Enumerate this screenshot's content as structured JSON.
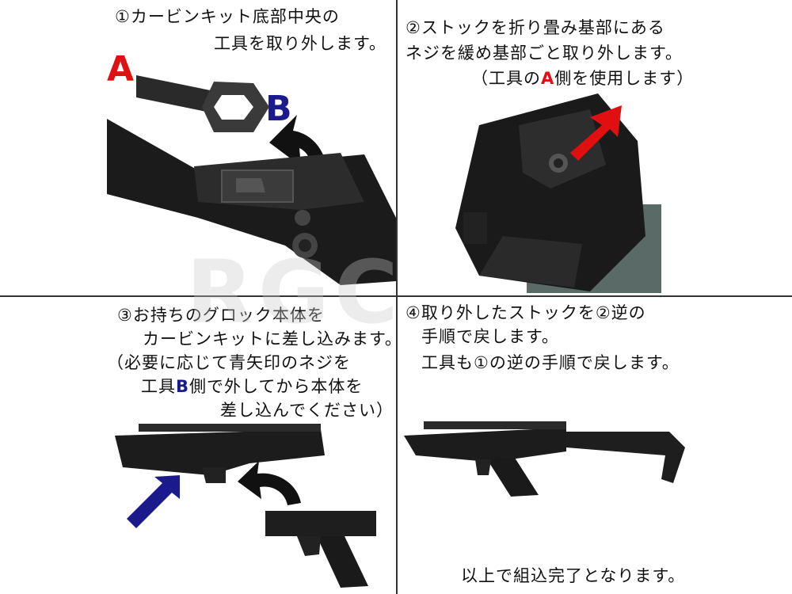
{
  "panel1": {
    "line1": "①カービンキット底部中央の",
    "line2": "工具を取り外します。",
    "label_a": "A",
    "label_b": "B"
  },
  "panel2": {
    "line1": "②ストックを折り畳み基部にある",
    "line2": "ネジを緩め基部ごと取り外します。",
    "line3_pre": "（工具の",
    "line3_a": "A",
    "line3_post": "側を使用します）"
  },
  "panel3": {
    "line1": "③お持ちのグロック本体を",
    "line2": "カービンキットに差し込みます。",
    "line3": "（必要に応じて青矢印のネジを",
    "line4_pre": "工具",
    "line4_b": "B",
    "line4_post": "側で外してから本体を",
    "line5": "差し込んでください）"
  },
  "panel4": {
    "line1": "④取り外したストックを②逆の",
    "line2": "手順で戻します。",
    "line3": "工具も①の逆の手順で戻します。",
    "footer": "以上で組込完了となります。"
  },
  "watermark": "RGC",
  "colors": {
    "red": "#e01010",
    "blue": "#1a1a8c",
    "divider": "#333333"
  }
}
